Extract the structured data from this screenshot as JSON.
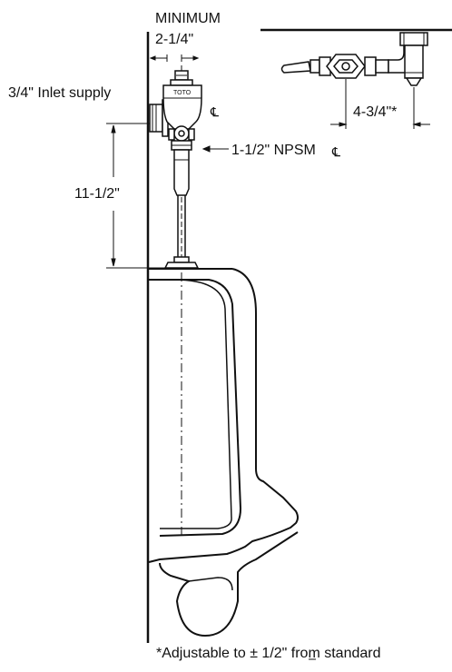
{
  "labels": {
    "minimum": "MINIMUM",
    "min_dim": "2-1/4\"",
    "inlet": "3/4\" Inlet supply",
    "brand": "TOTO",
    "centerline": "℄",
    "npsm": "1-1/2\" NPSM",
    "height_dim": "11-1/2\"",
    "offset_dim": "4-3/4\"*",
    "footnote_prefix": "*Adjustable to ",
    "footnote_pm": "±",
    "footnote_suffix": " 1/2\" from standard"
  }
}
